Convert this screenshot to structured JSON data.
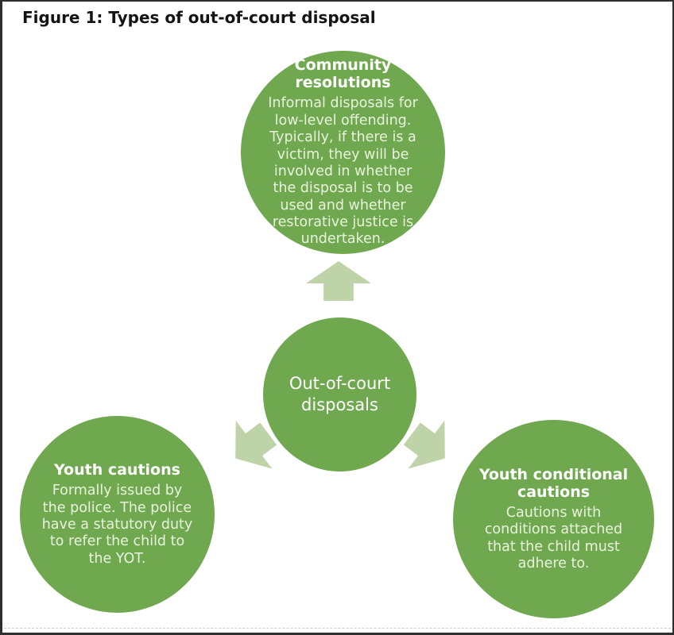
{
  "figure": {
    "title": "Figure 1: Types of out-of-court disposal"
  },
  "colors": {
    "circle_green": "#6fa84f",
    "arrow_light_green": "#bfd3a8",
    "heading_text": "#ffffff",
    "body_text": "#e9f3dd",
    "title_text": "#141414",
    "page_border": "#2e2e2e"
  },
  "diagram": {
    "center": {
      "label": "Out-of-court\ndisposals"
    },
    "nodes": [
      {
        "id": "community-resolutions",
        "heading": "Community\nresolutions",
        "body": "Informal disposals for\nlow-level offending.\nTypically, if there is a\nvictim, they will be\ninvolved in whether\nthe disposal is to be\nused and whether\nrestorative justice is\nundertaken."
      },
      {
        "id": "youth-cautions",
        "heading": "Youth cautions",
        "body": "Formally issued by\nthe police. The police\nhave a statutory duty\nto refer the child to\nthe YOT."
      },
      {
        "id": "youth-conditional-cautions",
        "heading": "Youth conditional\ncautions",
        "body": "Cautions with\nconditions attached\nthat the child must\nadhere to."
      }
    ],
    "arrows": [
      {
        "id": "arrow-to-community-resolutions",
        "direction": "up"
      },
      {
        "id": "arrow-to-youth-cautions",
        "direction": "down-left"
      },
      {
        "id": "arrow-to-youth-conditional-cautions",
        "direction": "down-right"
      }
    ]
  }
}
